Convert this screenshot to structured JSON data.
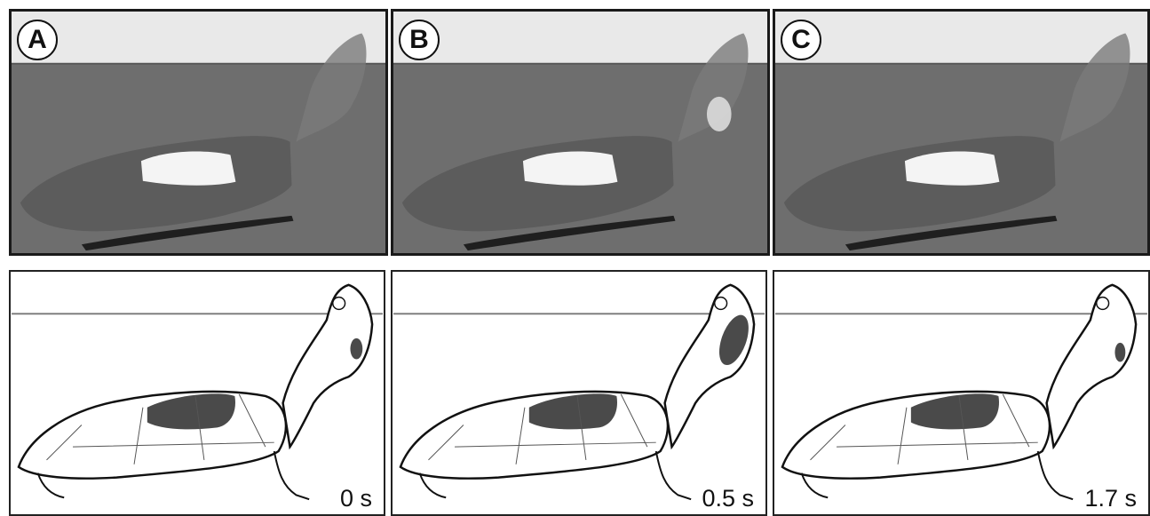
{
  "panels": [
    {
      "label": "A",
      "time": "0 s"
    },
    {
      "label": "B",
      "time": "0.5 s"
    },
    {
      "label": "C",
      "time": "1.7 s"
    }
  ],
  "colors": {
    "water": "#6e6e6e",
    "air": "#e9e9e9",
    "lung": "#4a4a4a",
    "outline": "#111111"
  },
  "icons": {
    "xray": "turtle-xray-image",
    "drawing": "turtle-line-drawing"
  }
}
